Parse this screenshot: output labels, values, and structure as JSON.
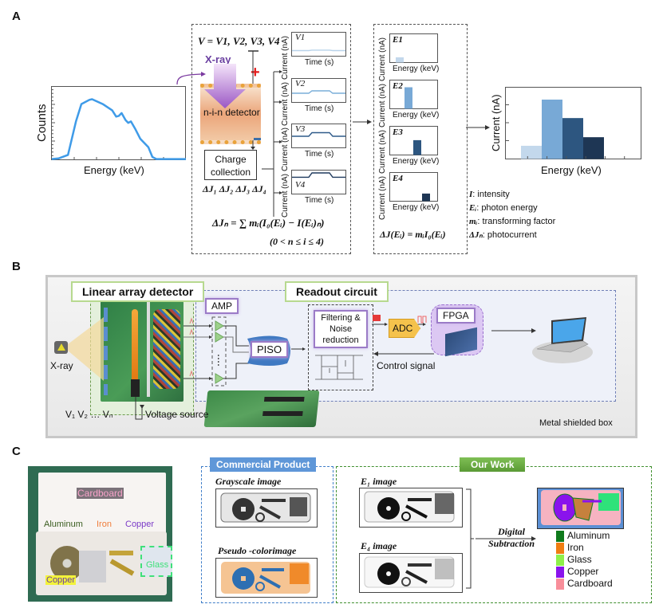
{
  "panel_labels": {
    "a": "A",
    "b": "B",
    "c": "C"
  },
  "panel_a": {
    "spectrum": {
      "ylabel": "Counts",
      "xlabel": "Energy (keV)",
      "color": "#3f9be8",
      "curve": [
        [
          0,
          0.01
        ],
        [
          0.05,
          0.02
        ],
        [
          0.12,
          0.07
        ],
        [
          0.18,
          0.55
        ],
        [
          0.22,
          0.8
        ],
        [
          0.28,
          0.86
        ],
        [
          0.3,
          0.87
        ],
        [
          0.38,
          0.8
        ],
        [
          0.45,
          0.71
        ],
        [
          0.48,
          0.62
        ],
        [
          0.5,
          0.63
        ],
        [
          0.52,
          0.67
        ],
        [
          0.55,
          0.57
        ],
        [
          0.57,
          0.53
        ],
        [
          0.59,
          0.55
        ],
        [
          0.62,
          0.45
        ],
        [
          0.66,
          0.3
        ],
        [
          0.72,
          0.18
        ],
        [
          0.75,
          0.04
        ],
        [
          0.78,
          0.01
        ],
        [
          1,
          0.01
        ]
      ]
    },
    "detector": {
      "voltage_eq": "V = V1, V2, V3, V4",
      "xray_label": "X-ray",
      "detector_label": "n-i-n detector",
      "plus": "+",
      "charge_collection": "Charge collection",
      "delta_j": "ΔJ₁ ΔJ₂ ΔJ₃ ΔJ₄",
      "equation": "ΔJₙ = ∑ mᵢ(I₀(Eᵢ) − I(Eᵢ)ₙ)",
      "condition": "(0 < n ≤ i ≤ 4)"
    },
    "time_plots": [
      {
        "label": "V1",
        "ylabel": "Current (nA)",
        "xlabel": "Time (s)",
        "base": 0.25,
        "step": 0.02,
        "color": "#b9d3ea"
      },
      {
        "label": "V2",
        "ylabel": "Current (nA)",
        "xlabel": "Time (s)",
        "base": 0.4,
        "step": 0.1,
        "color": "#7aaed9"
      },
      {
        "label": "V3",
        "ylabel": "Current (nA)",
        "xlabel": "Time (s)",
        "base": 0.5,
        "step": 0.15,
        "color": "#2f5b8a"
      },
      {
        "label": "V4",
        "ylabel": "Current (nA)",
        "xlabel": "Time (s)",
        "base": 0.72,
        "step": 0.18,
        "color": "#1f3a5e"
      }
    ],
    "energy_plots": [
      {
        "label": "E1",
        "ylabel": "Current (nA)",
        "xlabel": "Energy (keV)",
        "bin": 1,
        "height": 0.22,
        "color": "#c3d8ec"
      },
      {
        "label": "E2",
        "ylabel": "Current (nA)",
        "xlabel": "Energy (keV)",
        "bin": 2,
        "height": 0.9,
        "color": "#78a9d6"
      },
      {
        "label": "E3",
        "ylabel": "Current (nA)",
        "xlabel": "Energy (keV)",
        "bin": 3,
        "height": 0.62,
        "color": "#2d5680"
      },
      {
        "label": "E4",
        "ylabel": "Current (nA)",
        "xlabel": "Energy (keV)",
        "bin": 4,
        "height": 0.32,
        "color": "#1e3654"
      }
    ],
    "energy_eq": "ΔJ(Eᵢ) = mᵢI₀(Eᵢ)",
    "combined_chart": {
      "ylabel": "Current (nA)",
      "xlabel": "Energy (keV)",
      "values": [
        0.2,
        0.9,
        0.62,
        0.33
      ],
      "colors": [
        "#c3d8ec",
        "#78a9d6",
        "#2d5680",
        "#1e3654"
      ]
    },
    "legend": [
      {
        "sym": "I",
        "text": ": intensity"
      },
      {
        "sym": "Eᵢ",
        "text": ": photon energy"
      },
      {
        "sym": "mᵢ",
        "text": ": transforming factor"
      },
      {
        "sym": "ΔJₙ",
        "text": ": photocurrent"
      }
    ]
  },
  "panel_b": {
    "linear_array_detector": "Linear array detector",
    "readout_circuit": "Readout circuit",
    "amp": "AMP",
    "piso": "PISO",
    "filtering": "Filtering & Noise reduction",
    "adc": "ADC",
    "fpga": "FPGA",
    "control_signal": "Control signal",
    "xray": "X-ray",
    "voltages": "V₁ V₂ … Vₙ",
    "voltage_source": "Voltage source",
    "metal_box": "Metal shielded box"
  },
  "panel_c": {
    "photo_labels": {
      "cardboard": "Cardboard",
      "aluminum": "Aluminum",
      "iron": "Iron",
      "copper_top": "Copper",
      "copper_bottom": "Copper",
      "glass": "Glass"
    },
    "commercial_title": "Commercial Product",
    "grayscale_label": "Grayscale image",
    "pseudo_label": "Pseudo -colorimage",
    "our_work_title": "Our Work",
    "e1_label": "E₁ image",
    "e4_label": "E₄ image",
    "digital_subtraction": [
      "Digital",
      "Subtraction"
    ],
    "legend": [
      {
        "name": "Aluminum",
        "color": "#0f7a1c"
      },
      {
        "name": "Iron",
        "color": "#f07d12"
      },
      {
        "name": "Glass",
        "color": "#8ef04a"
      },
      {
        "name": "Copper",
        "color": "#8a13ec"
      },
      {
        "name": "Cardboard",
        "color": "#f88e9a"
      }
    ]
  }
}
